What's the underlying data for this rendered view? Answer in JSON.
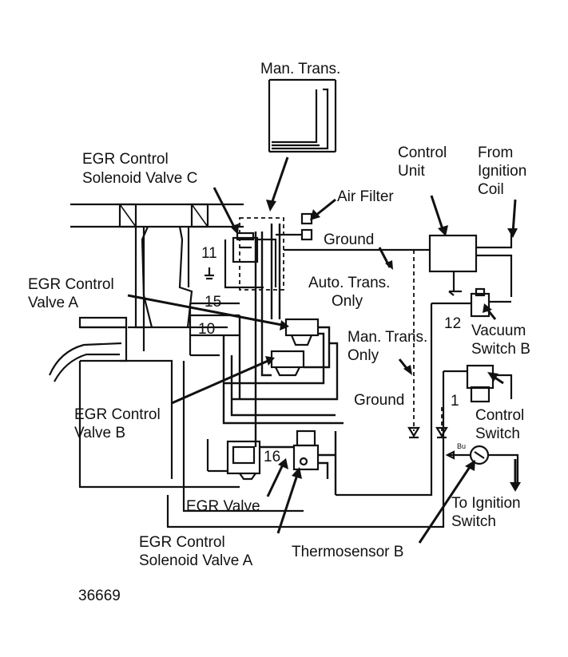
{
  "labels": {
    "man_trans": "Man. Trans.",
    "egr_c_line1": "EGR Control",
    "egr_c_line2": "Solenoid Valve C",
    "air_filter": "Air Filter",
    "ground_top": "Ground",
    "control_unit_line1": "Control",
    "control_unit_line2": "Unit",
    "from_ignition_line1": "From",
    "from_ignition_line2": "Ignition",
    "from_ignition_line3": "Coil",
    "egr_valve_a_line1": "EGR Control",
    "egr_valve_a_line2": "Valve A",
    "auto_trans_line1": "Auto. Trans.",
    "auto_trans_line2": "Only",
    "vacuum_switch_line1": "Vacuum",
    "vacuum_switch_line2": "Switch B",
    "man_trans_only_line1": "Man. Trans.",
    "man_trans_only_line2": "Only",
    "ground_mid": "Ground",
    "egr_valve_b_line1": "EGR Control",
    "egr_valve_b_line2": "Valve B",
    "control_switch_line1": "Control",
    "control_switch_line2": "Switch",
    "egr_valve": "EGR Valve",
    "to_ignition_line1": "To Ignition",
    "to_ignition_line2": "Switch",
    "egr_sol_a_line1": "EGR Control",
    "egr_sol_a_line2": "Solenoid Valve A",
    "thermosensor": "Thermosensor B",
    "figure_id": "36669"
  },
  "port_numbers": {
    "n11": "11",
    "n15": "15",
    "n10": "10",
    "n12": "12",
    "n1": "1",
    "n16": "16",
    "bu": "Bu"
  }
}
